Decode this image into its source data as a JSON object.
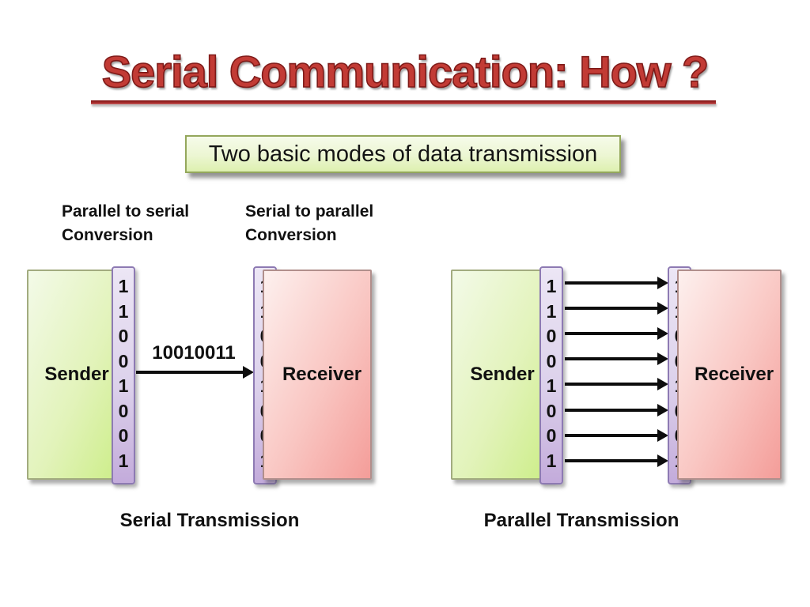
{
  "slide": {
    "title": "Serial Communication: How ?",
    "subtitle": "Two basic modes of data transmission",
    "left_annotation": "Parallel to serial\nConversion",
    "right_annotation": "Serial to parallel\nConversion"
  },
  "serial": {
    "sender": "Sender",
    "receiver": "Receiver",
    "bits": [
      "1",
      "1",
      "0",
      "0",
      "1",
      "0",
      "0",
      "1"
    ],
    "arrow_label": "10010011",
    "caption": "Serial Transmission"
  },
  "parallel": {
    "sender": "Sender",
    "receiver": "Receiver",
    "bits": [
      "1",
      "1",
      "0",
      "0",
      "1",
      "0",
      "0",
      "1"
    ],
    "caption": "Parallel Transmission"
  },
  "colors": {
    "title_red": "#C23B35",
    "title_outline": "#7E1A18",
    "subtitle_green": "#DDF0AF",
    "subtitle_border": "#94A75C",
    "sender_green": "#CBED85",
    "receiver_pink": "#F49D99",
    "strip_purple": "#C3ABDB",
    "strip_border": "#8D7AB3",
    "arrow_black": "#0D0D0D"
  }
}
